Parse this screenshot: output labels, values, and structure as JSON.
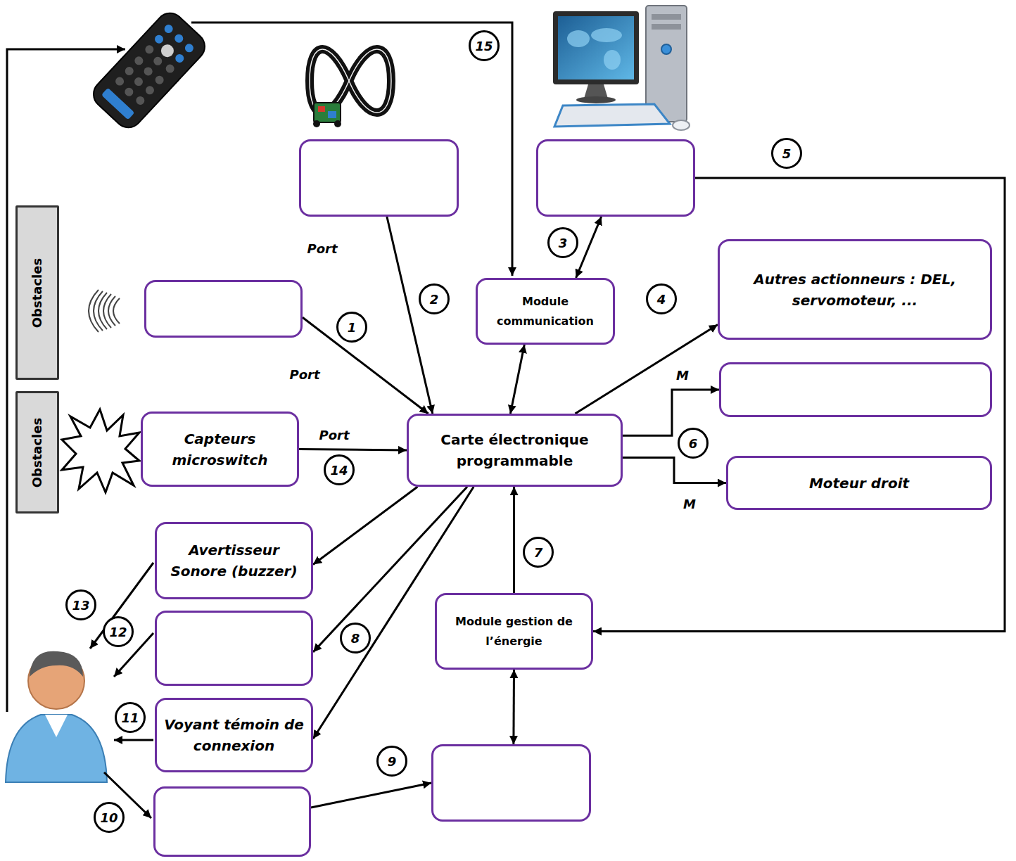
{
  "diagram": {
    "nodes": [
      {
        "text": []
      },
      {
        "text": []
      },
      {
        "text": [
          "Obstacles"
        ]
      },
      {
        "text": []
      },
      {
        "text": [
          "Module communication"
        ]
      },
      {
        "text": [
          "Autres actionneurs : DEL, servomoteur, ..."
        ]
      },
      {
        "text": [
          "Obstacles"
        ]
      },
      {
        "text": [
          "Capteurs microswitch"
        ]
      },
      {
        "text": [
          "Carte électronique programmable"
        ]
      },
      {
        "text": []
      },
      {
        "text": [
          "Moteur droit"
        ]
      },
      {
        "text": [
          "Avertisseur Sonore (buzzer)"
        ]
      },
      {
        "text": []
      },
      {
        "text": [
          "Module gestion de l’énergie"
        ]
      },
      {
        "text": [
          "Voyant témoin de connexion"
        ]
      },
      {
        "text": []
      },
      {
        "text": []
      }
    ],
    "edges": [
      {
        "from": 3,
        "to": 8,
        "arrow": "to"
      },
      {
        "from": 0,
        "to": 8,
        "arrow": "to"
      },
      {
        "from": 4,
        "to": 1,
        "arrow": "both"
      },
      {
        "from": 4,
        "to": 8,
        "arrow": "both"
      },
      {
        "from": 8,
        "to": 5,
        "arrow": "to"
      },
      {
        "from": 1,
        "to": 13,
        "arrow": "to"
      },
      {
        "from": 8,
        "to": 9,
        "arrow": "to"
      },
      {
        "from": 8,
        "to": 10,
        "arrow": "to"
      },
      {
        "from": 13,
        "to": 8,
        "arrow": "to"
      },
      {
        "from": 8,
        "to": 11,
        "arrow": "to"
      },
      {
        "from": 8,
        "to": 12,
        "arrow": "to"
      },
      {
        "from": 8,
        "to": 14,
        "arrow": "to"
      },
      {
        "from": 13,
        "to": 15,
        "arrow": "both"
      },
      {
        "from": 16,
        "to": 15,
        "arrow": "to"
      },
      {
        "from": 7,
        "to": 8,
        "arrow": "to"
      }
    ],
    "labels": [
      "15",
      "5",
      "Port",
      "3",
      "2",
      "4",
      "1",
      "Port",
      "M",
      "Port",
      "6",
      "14",
      "M",
      "7",
      "13",
      "8",
      "12",
      "11",
      "9",
      "10"
    ]
  }
}
